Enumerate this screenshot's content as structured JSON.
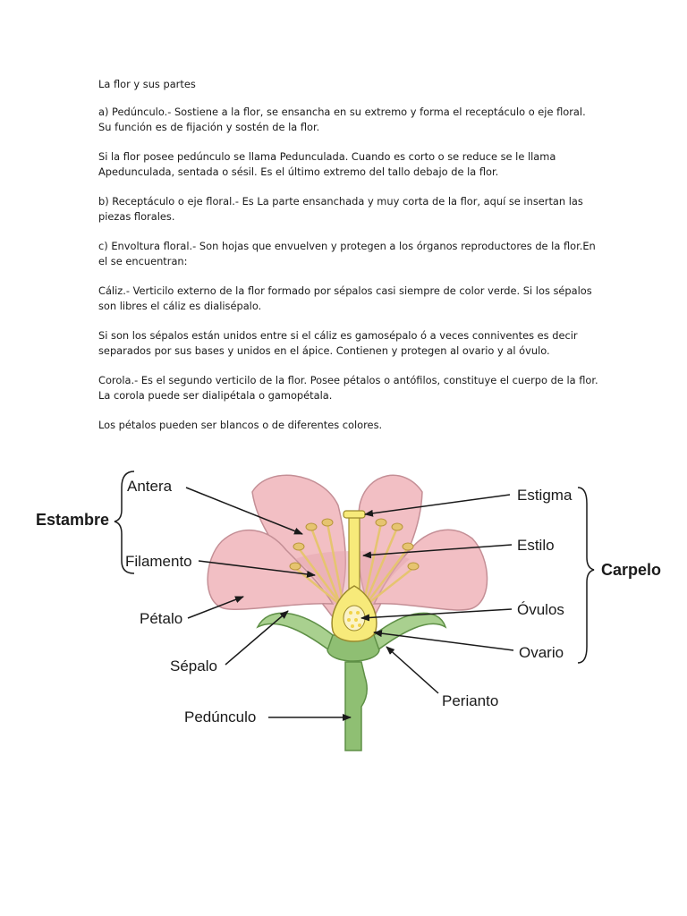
{
  "document": {
    "title": "La flor y sus partes",
    "paragraphs": [
      "a) Pedúnculo.- Sostiene a la flor, se ensancha en su extremo y forma el receptáculo o eje floral. Su función es de fijación y sostén de la flor.",
      "Si la flor posee pedúnculo se llama Pedunculada. Cuando es corto o se reduce se le llama Apedunculada, sentada o sésil. Es el último extremo del tallo debajo de la flor.",
      "b) Receptáculo o eje floral.- Es La parte ensanchada y muy corta de la flor, aquí se insertan las piezas florales.",
      "c) Envoltura floral.- Son hojas que envuelven y protegen a los órganos reproductores de la flor.En el se encuentran:",
      " Cáliz.- Verticilo externo de la flor formado por sépalos casi siempre de color verde. Si los sépalos son libres el cáliz es dialisépalo.",
      "Si son los sépalos están unidos entre si el cáliz es gamosépalo ó a veces conniventes es decir separados por sus bases y unidos en el ápice. Contienen y protegen al ovario y al óvulo.",
      " Corola.- Es el segundo verticilo de la flor. Posee pétalos o antófilos, constituye el cuerpo de la flor. La corola puede ser dialipétala o gamopétala.",
      "Los pétalos pueden ser blancos o de diferentes colores."
    ]
  },
  "diagram": {
    "labels": {
      "antera": "Antera",
      "estambre": "Estambre",
      "filamento": "Filamento",
      "petalo": "Pétalo",
      "sepalo": "Sépalo",
      "pedunculo": "Pedúnculo",
      "estigma": "Estigma",
      "estilo": "Estilo",
      "carpelo": "Carpelo",
      "ovulos": "Óvulos",
      "ovario": "Ovario",
      "perianto": "Perianto"
    },
    "colors": {
      "petal": "#f2bfc4",
      "petal_stroke": "#c48f96",
      "petal_shadow": "#e6a8b0",
      "sepal": "#a9d08f",
      "stem": "#8fbf73",
      "stem_stroke": "#5e8f46",
      "stamen": "#e6c470",
      "ovary_fill": "#f7ea7a",
      "ovary_stroke": "#9c8a2c"
    }
  }
}
